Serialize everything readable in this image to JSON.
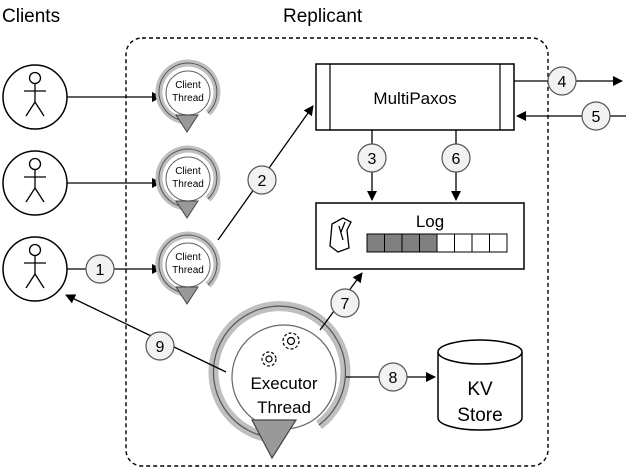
{
  "labels": {
    "clients": "Clients",
    "replicant": "Replicant",
    "multipaxos": "MultiPaxos",
    "log": "Log",
    "client_thread_line1": "Client",
    "client_thread_line2": "Thread",
    "executor_line1": "Executor",
    "executor_line2": "Thread",
    "kv_line1": "KV",
    "kv_line2": "Store"
  },
  "steps": [
    "1",
    "2",
    "3",
    "4",
    "5",
    "6",
    "7",
    "8",
    "9"
  ],
  "log_slots": {
    "total": 8,
    "filled": 4
  },
  "colors": {
    "step_fill": "#f2f2f2",
    "step_stroke": "#555555",
    "thread_ring": "#bfbfbf",
    "thread_pointer": "#999999",
    "log_filled": "#808080",
    "log_empty": "#ffffff"
  },
  "icons": {
    "client": "person-icon",
    "log": "tree-stump-icon",
    "executor": "gears-icon"
  }
}
